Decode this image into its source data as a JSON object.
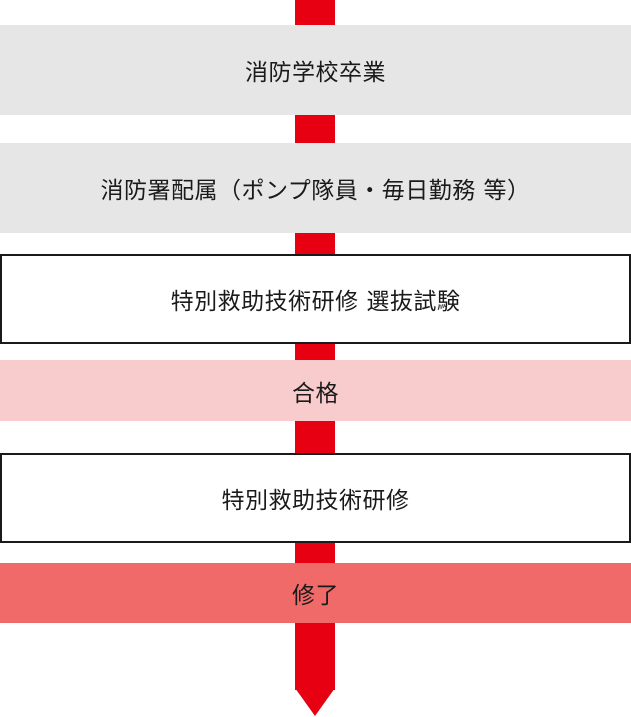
{
  "steps": [
    {
      "id": "fire-academy-graduation",
      "label": "消防学校卒業",
      "style": "gray"
    },
    {
      "id": "station-assignment",
      "label": "消防署配属（ポンプ隊員・毎日勤務 等）",
      "style": "gray"
    },
    {
      "id": "selection-exam",
      "label": "特別救助技術研修 選抜試験",
      "style": "outline"
    },
    {
      "id": "pass",
      "label": "合格",
      "style": "pink"
    },
    {
      "id": "special-rescue-training",
      "label": "特別救助技術研修",
      "style": "outline"
    },
    {
      "id": "completion",
      "label": "修了",
      "style": "red"
    }
  ],
  "colors": {
    "flow_line": "#e60012",
    "gray_box": "#e6e6e6",
    "pink_box": "#f8cccc",
    "red_box": "#f16a6a"
  }
}
